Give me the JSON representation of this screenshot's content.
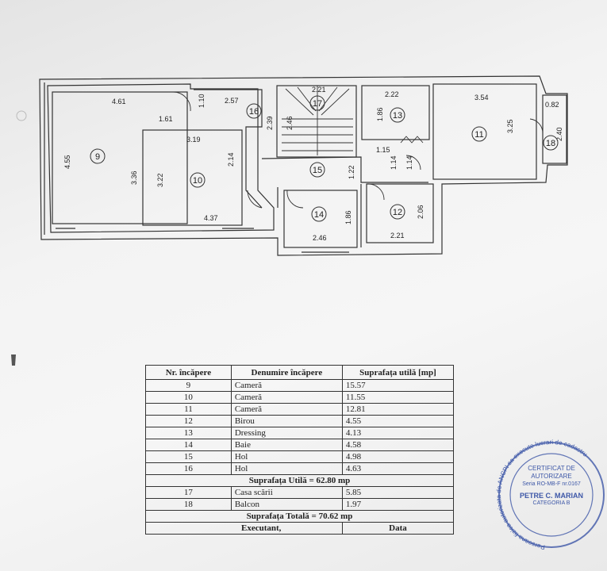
{
  "floor_plan": {
    "rooms": [
      "9",
      "10",
      "11",
      "12",
      "13",
      "14",
      "15",
      "16",
      "17",
      "18"
    ],
    "dimensions": [
      "4.61",
      "1.61",
      "1.10",
      "2.57",
      "2.39",
      "2.21",
      "2.46",
      "2.22",
      "1.86",
      "3.54",
      "0.82",
      "3.25",
      "2.40",
      "4.55",
      "3.36",
      "3.19",
      "3.22",
      "2.14",
      "4.37",
      "1.15",
      "1.22",
      "1.14",
      "1.14",
      "1.86",
      "2.06",
      "2.46",
      "2.21"
    ]
  },
  "table": {
    "headers": [
      "Nr. încăpere",
      "Denumire încăpere",
      "Suprafața utilă [mp]"
    ],
    "rows": [
      [
        "9",
        "Cameră",
        "15.57"
      ],
      [
        "10",
        "Cameră",
        "11.55"
      ],
      [
        "11",
        "Cameră",
        "12.81"
      ],
      [
        "12",
        "Birou",
        "4.55"
      ],
      [
        "13",
        "Dressing",
        "4.13"
      ],
      [
        "14",
        "Baie",
        "4.58"
      ],
      [
        "15",
        "Hol",
        "4.98"
      ],
      [
        "16",
        "Hol",
        "4.63"
      ]
    ],
    "useful_total": "Suprafața Utilă = 62.80 mp",
    "extra_rows": [
      [
        "17",
        "Casa scării",
        "5.85"
      ],
      [
        "18",
        "Balcon",
        "1.97"
      ]
    ],
    "grand_total": "Suprafața Totală = 70.62 mp",
    "executor_label": "Executant,",
    "date_label": "Data"
  },
  "stamp": {
    "title": "CERTIFICAT DE AUTORIZARE",
    "series": "Seria RO-MB-F nr.0167",
    "name": "PETRE C. MARIAN",
    "category": "CATEGORIA B",
    "ring_text": "Persoana fizica autorizata de ANCPI sa execute lucrari de cadastru",
    "color": "#3e58a8"
  },
  "colors": {
    "ink": "#222222",
    "paper": "#f3f3f3",
    "stamp": "#3e58a8"
  }
}
